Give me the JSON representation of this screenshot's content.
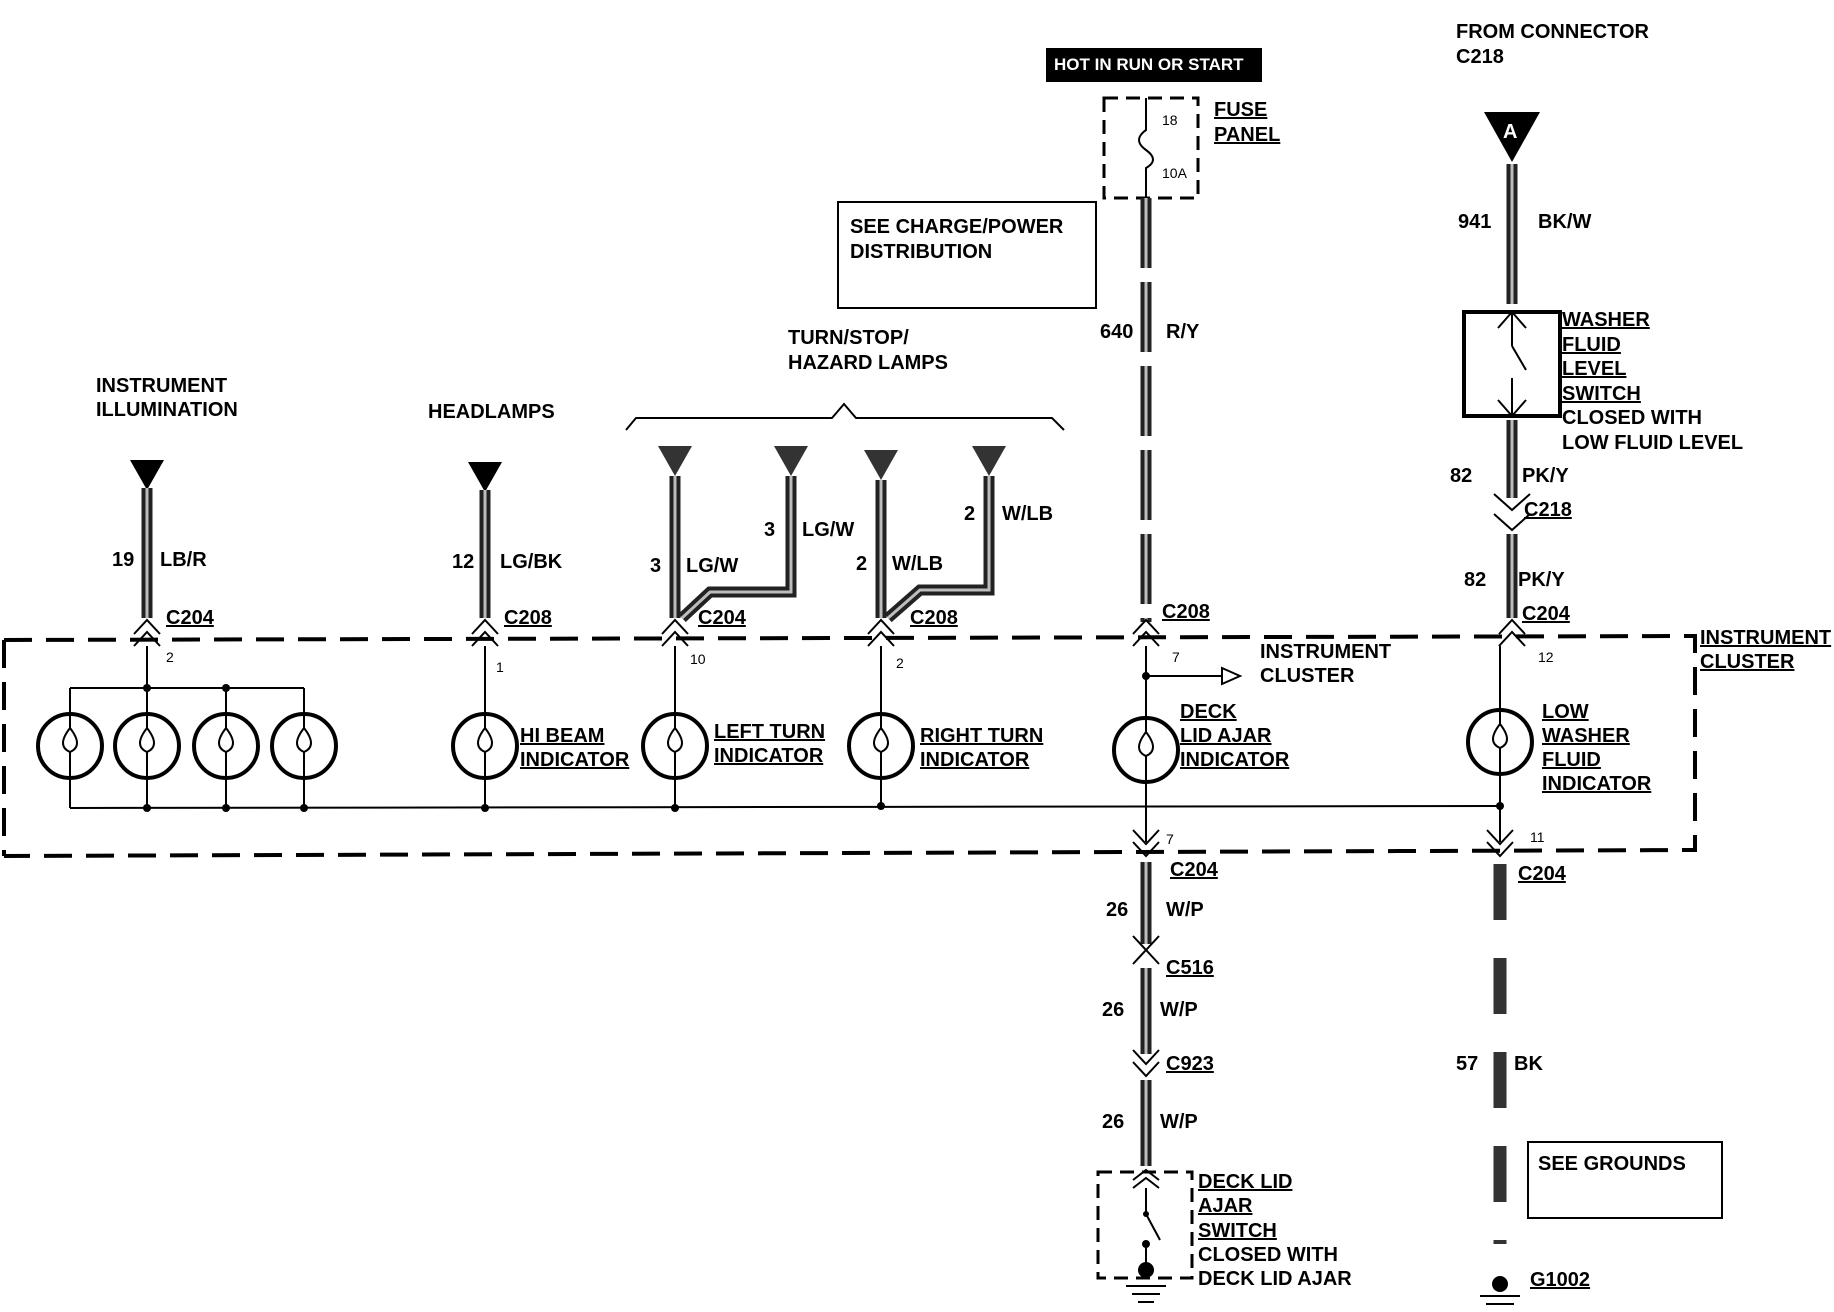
{
  "labels": {
    "hot": "HOT IN RUN OR START",
    "fuse_panel_1": "FUSE",
    "fuse_panel_2": "PANEL",
    "fuse_num": "18",
    "fuse_amp": "10A",
    "from_conn_1": "FROM CONNECTOR",
    "from_conn_2": "C218",
    "conn_a": "A",
    "see_charge_1": "SEE CHARGE/POWER",
    "see_charge_2": "DISTRIBUTION",
    "turn_1": "TURN/STOP/",
    "turn_2": "HAZARD LAMPS",
    "instr_illum_1": "INSTRUMENT",
    "instr_illum_2": "ILLUMINATION",
    "headlamps": "HEADLAMPS",
    "w19": "19",
    "c19": "LB/R",
    "w12": "12",
    "c12": "LG/BK",
    "w3a": "3",
    "c3a": "LG/W",
    "w3b": "3",
    "c3b": "LG/W",
    "w2a": "2",
    "c2a": "W/LB",
    "w2b": "2",
    "c2b": "W/LB",
    "w640": "640",
    "c640": "R/Y",
    "w941": "941",
    "c941": "BK/W",
    "washer_1": "WASHER",
    "washer_2": "FLUID",
    "washer_3": "LEVEL",
    "washer_4": "SWITCH",
    "washer_5": "CLOSED WITH",
    "washer_6": "LOW FLUID LEVEL",
    "w82a": "82",
    "c82a": "PK/Y",
    "w82b": "82",
    "c82b": "PK/Y",
    "c218": "C218",
    "c204_a": "C204",
    "c208_a": "C208",
    "c204_b": "C204",
    "c208_b": "C208",
    "c208_c": "C208",
    "c204_c": "C204",
    "pin_2a": "2",
    "pin_1": "1",
    "pin_10": "10",
    "pin_2b": "2",
    "pin_7a": "7",
    "pin_12": "12",
    "instr_cluster_mid_1": "INSTRUMENT",
    "instr_cluster_mid_2": "CLUSTER",
    "instr_cluster_r_1": "INSTRUMENT",
    "instr_cluster_r_2": "CLUSTER",
    "hi_beam_1": "HI BEAM",
    "hi_beam_2": "INDICATOR",
    "left_turn_1": "LEFT TURN",
    "left_turn_2": "INDICATOR",
    "right_turn_1": "RIGHT TURN",
    "right_turn_2": "INDICATOR",
    "deck_1": "DECK",
    "deck_2": "LID AJAR",
    "deck_3": "INDICATOR",
    "low_1": "LOW",
    "low_2": "WASHER",
    "low_3": "FLUID",
    "low_4": "INDICATOR",
    "pin_7b": "7",
    "pin_11": "11",
    "c204_d": "C204",
    "c204_e": "C204",
    "w26a": "26",
    "c26a": "W/P",
    "c516": "C516",
    "w26b": "26",
    "c26b": "W/P",
    "c923": "C923",
    "w26c": "26",
    "c26c": "W/P",
    "dls_1": "DECK LID",
    "dls_2": "AJAR",
    "dls_3": "SWITCH",
    "dls_4": "CLOSED WITH",
    "dls_5": "DECK LID AJAR",
    "w57": "57",
    "c57": "BK",
    "see_grounds": "SEE GROUNDS",
    "g1002": "G1002"
  }
}
